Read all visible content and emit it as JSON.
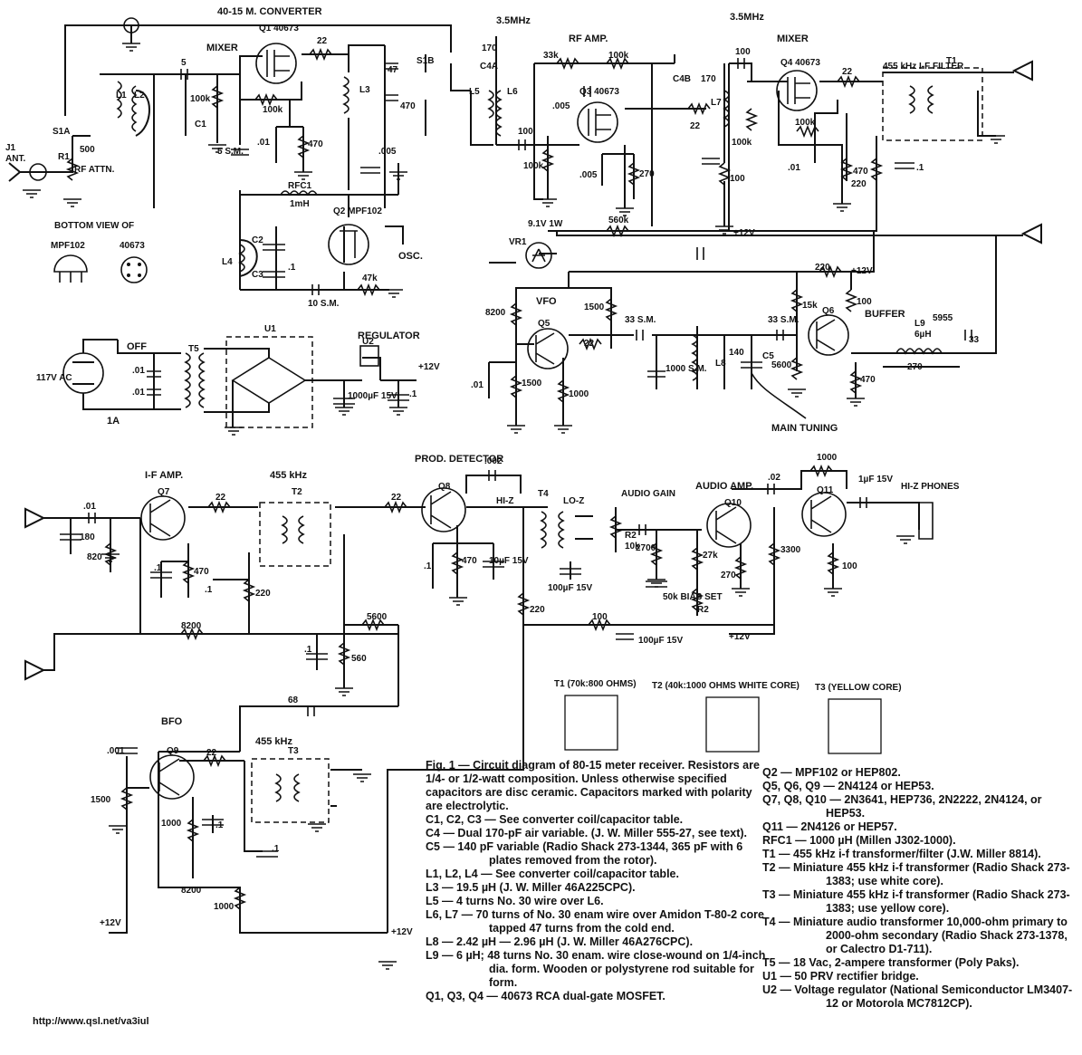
{
  "blocks": {
    "converter": "40-15 M. CONVERTER",
    "mixer1": "MIXER",
    "rf_amp": "RF AMP.",
    "mixer2": "MIXER",
    "freq_a": "3.5MHz",
    "freq_b": "3.5MHz",
    "if_filter": "455 kHz I-F FILTER",
    "osc": "OSC.",
    "vfo": "VFO",
    "buffer": "BUFFER",
    "main_tuning": "MAIN TUNING",
    "regulator": "REGULATOR",
    "if_amp": "I-F AMP.",
    "t2_freq": "455 kHz",
    "prod_det": "PROD. DETECTOR",
    "audio_amp": "AUDIO AMP.",
    "audio_gain": "AUDIO GAIN",
    "phones": "HI-Z PHONES",
    "bfo": "BFO",
    "t3_freq": "455 kHz",
    "bottom_view": "BOTTOM VIEW OF",
    "mpf": "MPF102",
    "mos": "40673",
    "rf_attn": "RF ATTN.",
    "ant": "ANT.",
    "ac": "117V AC",
    "off": "OFF",
    "fuse": "1A",
    "plus12": "+12V",
    "hi_z": "HI-Z",
    "lo_z": "LO-Z",
    "bias_set": "50k BIAS SET"
  },
  "components": {
    "q1": "Q1 40673",
    "q2": "Q2 MPF102",
    "q3": "Q3 40673",
    "q4": "Q4 40673",
    "q5": "Q5",
    "q6": "Q6",
    "q7": "Q7",
    "q8": "Q8",
    "q9": "Q9",
    "q10": "Q10",
    "q11": "Q11",
    "l1": "L1",
    "l2": "L2",
    "l3": "L3",
    "l4": "L4",
    "l5": "L5",
    "l6": "L6",
    "l7": "L7",
    "l8": "L8",
    "l9": "L9",
    "l9v": "6µH",
    "l9n": "5955",
    "rfc1": "RFC1",
    "rfc1v": "1mH",
    "t1": "T1",
    "t2": "T2",
    "t3": "T3",
    "t4": "T4",
    "t5": "T5",
    "u1": "U1",
    "u2": "U2",
    "vr1": "VR1",
    "vr1v": "9.1V 1W",
    "c4a": "C4A",
    "c4b": "C4B",
    "c5": "C5",
    "c1": "C1",
    "c2": "C2",
    "c3": "C3",
    "s1a": "S1A",
    "s1b": "S1B",
    "r1": "R1",
    "r2": "R2",
    "j1": "J1",
    "v_5": "5",
    "v_22": "22",
    "v_47": "47",
    "v_470": "470",
    "v_100k": "100k",
    "v_01": ".01",
    "v_005": ".005",
    "v_5sm": "5 S.M.",
    "v_170": "170",
    "v_33k": "33k",
    "v_100": "100",
    "v_560k": "560k",
    "v_270": "270",
    "v_220": "220",
    "v_1": ".1",
    "v_47k": "47k",
    "v_10sm": "10 S.M.",
    "v_8200": "8200",
    "v_1500": "1500",
    "v_1000": "1000",
    "v_33sm": "33 S.M.",
    "v_15k": "15k",
    "v_5600": "5600",
    "v_140": "140",
    "v_33": "33",
    "v_1000sm": "1000 S.M.",
    "v_1000uf": "1000µF 15V",
    "v_180": "180",
    "v_820": "820",
    "v_002": ".002",
    "v_10uf": "10µF 15V",
    "v_100uf": "100µF 15V",
    "v_2700": "2700",
    "v_27k": "27k",
    "v_3300": "3300",
    "v_02": ".02",
    "v_1uf": "1µF 15V",
    "v_560": "560",
    "v_68": "68",
    "v_001": ".001",
    "v_10k": "10k",
    "v_500": "500"
  },
  "table": {
    "t1": "T1 (70k:800 OHMS)",
    "t2": "T2 (40k:1000 OHMS WHITE CORE)",
    "t3": "T3 (YELLOW CORE)"
  },
  "caption": "Fig. 1 — Circuit diagram of 80-15 meter receiver. Resistors are 1/4- or 1/2-watt composition. Unless otherwise specified capacitors are disc ceramic. Capacitors marked with polarity are electrolytic.",
  "parts_left": [
    "C1, C2, C3 — See converter coil/capacitor table.",
    "C4 — Dual 170-pF air variable. (J. W. Miller 555-27, see text).",
    "C5 — 140 pF variable (Radio Shack 273-1344, 365 pF with 6 plates removed from the rotor).",
    "L1, L2, L4 — See converter coil/capacitor table.",
    "L3 — 19.5 µH (J. W. Miller 46A225CPC).",
    "L5 — 4 turns No. 30 wire over L6.",
    "L6, L7 — 70 turns of No. 30 enam wire over Amidon T-80-2 core tapped 47 turns from the cold end.",
    "L8 — 2.42 µH — 2.96 µH (J. W. Miller 46A276CPC).",
    "L9 — 6 µH; 48 turns No. 30 enam. wire close-wound on 1/4-inch dia. form. Wooden or polystyrene rod suitable for form.",
    "Q1, Q3, Q4 — 40673 RCA dual-gate MOSFET."
  ],
  "parts_right": [
    "Q2 — MPF102 or HEP802.",
    "Q5, Q6, Q9 — 2N4124 or HEP53.",
    "Q7, Q8, Q10 — 2N3641, HEP736, 2N2222, 2N4124, or HEP53.",
    "Q11 — 2N4126 or HEP57.",
    "RFC1 — 1000 µH (Millen J302-1000).",
    "T1 — 455 kHz i-f transformer/filter (J.W. Miller 8814).",
    "T2 — Miniature 455 kHz i-f transformer (Radio Shack 273-1383; use white core).",
    "T3 — Miniature 455 kHz i-f transformer (Radio Shack 273-1383; use yellow core).",
    "T4 — Miniature audio transformer 10,000-ohm primary to 2000-ohm secondary (Radio Shack 273-1378, or Calectro D1-711).",
    "T5 — 18 Vac, 2-ampere transformer (Poly Paks).",
    "U1 — 50 PRV rectifier bridge.",
    "U2 — Voltage regulator (National Semiconductor LM3407-12 or Motorola MC7812CP)."
  ],
  "url": "http://www.qsl.net/va3iul"
}
